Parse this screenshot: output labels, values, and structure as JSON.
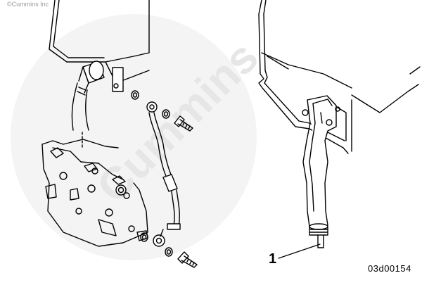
{
  "copyright": "©Cummins Inc",
  "watermark": "Cummins",
  "callout_label": "1",
  "figure_id": "03d00154",
  "colors": {
    "line": "#000000",
    "watermark": "#ececec",
    "background": "#ffffff"
  }
}
